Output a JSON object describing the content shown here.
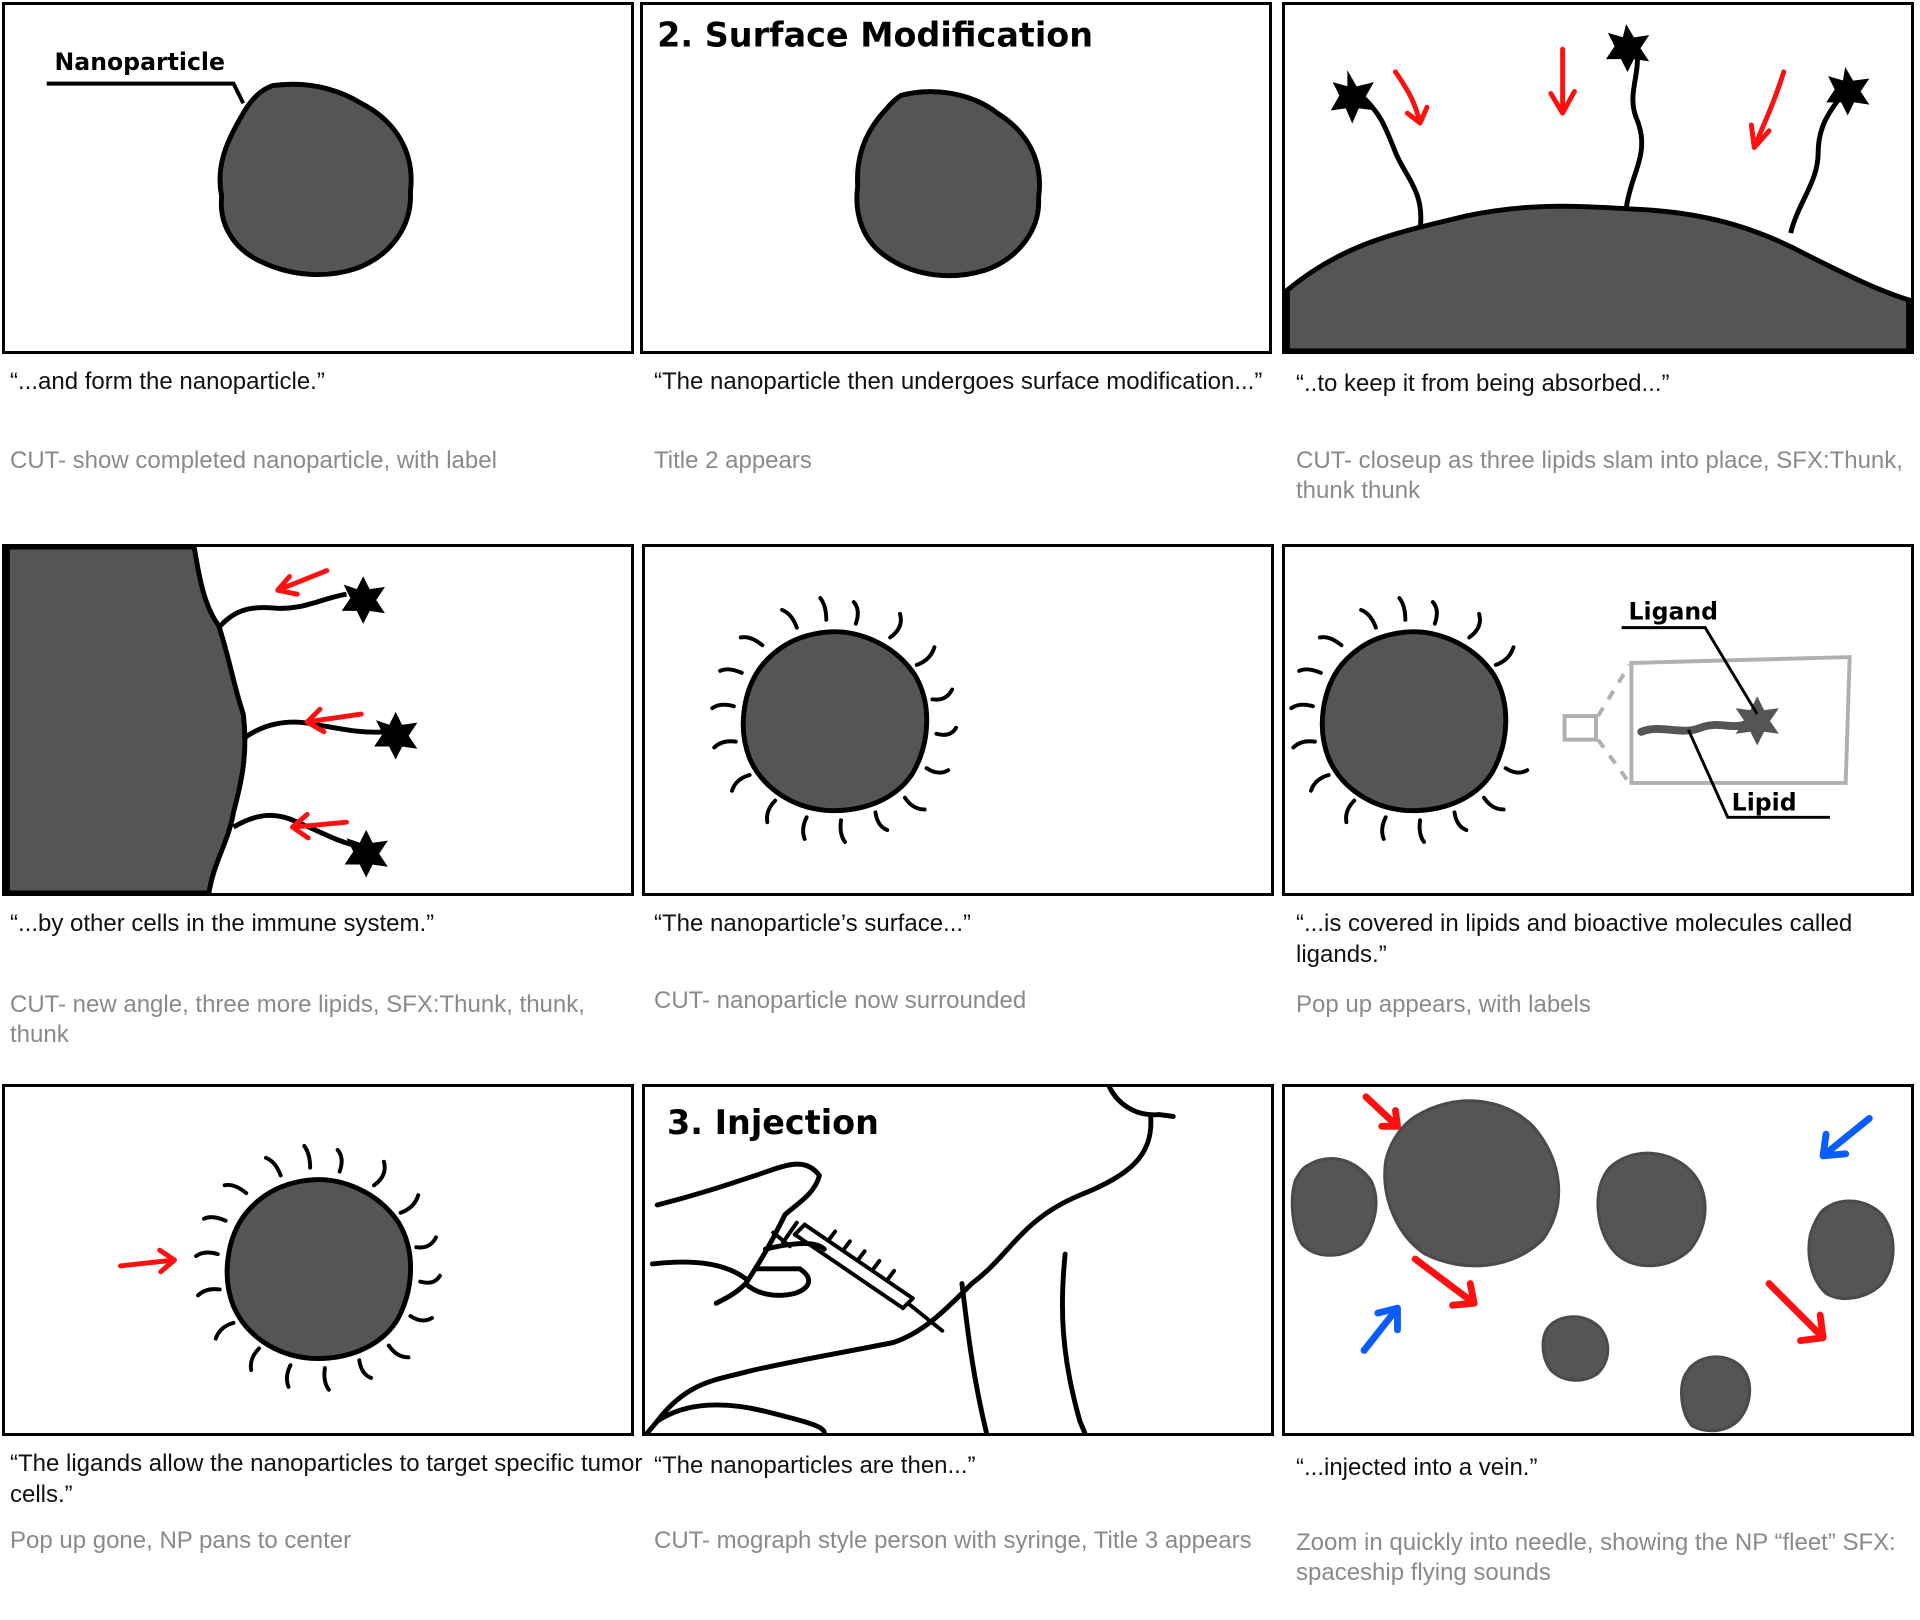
{
  "colors": {
    "particle": "#555555",
    "arrow_red": "#ff1010",
    "arrow_blue": "#0a5cff",
    "popup_gray": "#b0b0b0",
    "note_gray": "#8a8a8a"
  },
  "panels": [
    {
      "id": "p1",
      "frame_labels": {
        "label": "Nanoparticle"
      },
      "caption": "“...and form the nanoparticle.”",
      "note": "CUT- show completed nanoparticle, with label"
    },
    {
      "id": "p2",
      "frame_labels": {
        "title": "2. Surface Modification"
      },
      "caption": "“The nanoparticle then undergoes surface modification...”",
      "note": "Title 2 appears"
    },
    {
      "id": "p3",
      "caption": "“..to keep it from being absorbed...”",
      "note": "CUT- closeup as three lipids slam into place, SFX:Thunk, thunk thunk"
    },
    {
      "id": "p4",
      "caption": "“...by other cells in the immune system.”",
      "note": "CUT- new angle, three more lipids, SFX:Thunk, thunk, thunk"
    },
    {
      "id": "p5",
      "caption": "“The nanoparticle’s surface...”",
      "note": "CUT- nanoparticle now surrounded"
    },
    {
      "id": "p6",
      "frame_labels": {
        "ligand": "Ligand",
        "lipid": "Lipid"
      },
      "caption": "“...is covered in lipids and bioactive molecules called ligands.”",
      "note": "Pop up appears, with labels"
    },
    {
      "id": "p7",
      "caption": "“The ligands allow the nanoparticles to target specific tumor cells.”",
      "note": "Pop up gone, NP pans to center"
    },
    {
      "id": "p8",
      "frame_labels": {
        "title": "3. Injection"
      },
      "caption": "“The nanoparticles are then...”",
      "note": "CUT- mograph style person with syringe, Title 3 appears"
    },
    {
      "id": "p9",
      "caption": "“...injected into a vein.”",
      "note": "Zoom in quickly into needle, showing the NP “fleet” SFX: spaceship flying sounds"
    }
  ]
}
